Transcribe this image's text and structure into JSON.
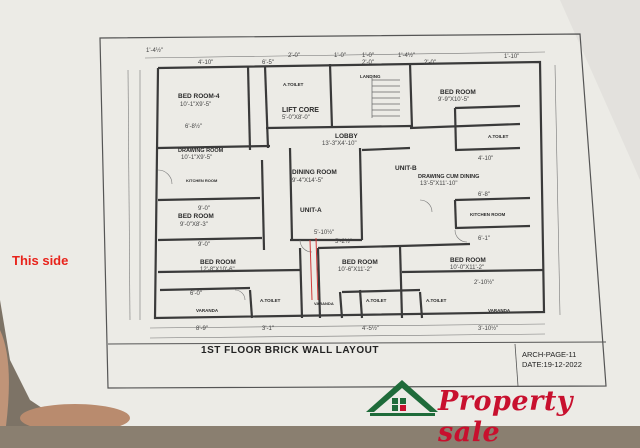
{
  "document": {
    "title": "1ST FLOOR BRICK WALL LAYOUT",
    "page_ref": "ARCH-PAGE-11",
    "date": "DATE:19-12-2022",
    "handwritten_note": "This side"
  },
  "watermark": {
    "text": "Property sale"
  },
  "rooms": {
    "bed_room_4": "BED ROOM-4",
    "bed_room_4_size": "10'-1\"X9'-5\"",
    "a_toilet_top": "A.TOILET",
    "lift_core": "LIFT CORE",
    "lift_core_size": "5'-0\"X8'-0\"",
    "landing": "LANDING",
    "bed_room_tr": "BED ROOM",
    "bed_room_tr_size": "9'-9\"X10'-5\"",
    "lobby": "LOBBY",
    "lobby_size": "13'-3\"X4'-10\"",
    "drawing_room": "DRAWING ROOM",
    "drawing_room_size": "10'-1\"X9'-5\"",
    "a_toilet_right": "A.TOILET",
    "kitchen_left": "KITCHEN ROOM",
    "dining_room": "DINING ROOM",
    "dining_room_size": "9'-4\"X14'-5\"",
    "unit_b": "UNIT-B",
    "drawing_cum_dining": "DRAWING CUM DINING",
    "drawing_cum_dining_size": "13'-5\"X11'-10\"",
    "unit_a": "UNIT-A",
    "bed_room_left": "BED ROOM",
    "bed_room_left_size": "9'-0\"X8'-3\"",
    "kitchen_right": "KITCHEN ROOM",
    "bed_room_bl": "BED ROOM",
    "bed_room_bl_size": "12'-8\"X10'-6\"",
    "bed_room_bc": "BED ROOM",
    "bed_room_bc_size": "10'-6\"X11'-2\"",
    "bed_room_br": "BED ROOM",
    "bed_room_br_size": "10'-0\"X11'-2\"",
    "verandah_left": "VARANDA",
    "a_toilet_bl": "A.TOILET",
    "verandah_mid": "VARANDA",
    "a_toilet_bc": "A.TOILET",
    "a_toilet_br": "A.TOILET",
    "verandah_right": "VARANDA"
  },
  "dimensions": {
    "d1": "1'-4½\"",
    "d2": "2'-0\"",
    "d3": "4'-10\"",
    "d4": "6'-5\"",
    "d5": "1'-0\"",
    "d6": "1'-0\"",
    "d7": "1'-4½\"",
    "d8": "1'-10\"",
    "d9": "2'-0\"",
    "d10": "2'-0\"",
    "d11": "6'-8½\"",
    "d12": "5'-10½\"",
    "d13": "5'-2½\"",
    "d14": "9'-0\"",
    "d15": "9'-0\"",
    "d16": "3'-1\"",
    "d17": "4'-5½\"",
    "d18": "3'-10½\"",
    "d19": "8'-9\"",
    "d20": "6'-0\"",
    "d21": "6'-8\"",
    "d22": "6'-1\"",
    "d23": "4'-10\"",
    "d24": "2'-10½\""
  }
}
